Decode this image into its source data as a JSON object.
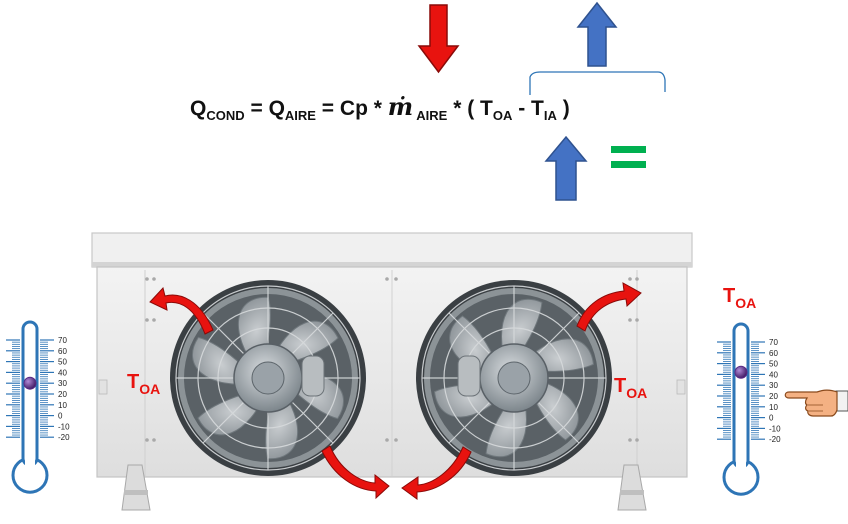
{
  "equation": {
    "q_cond": "Q",
    "q_cond_sub": "COND",
    "eq1": " = ",
    "q_aire": "Q",
    "q_aire_sub": "AIRE",
    "eq2": " = Cp * ",
    "mdot": "ṁ",
    "mdot_sub": " AIRE",
    "times": " * ",
    "open_paren": "( ",
    "t_oa": "T",
    "t_oa_sub": "OA",
    "minus": " - ",
    "t_ia": "T",
    "t_ia_sub": "IA",
    "close_paren": " )",
    "equals_sign": "="
  },
  "labels": {
    "t_oa_left": {
      "main": "T",
      "sub": "OA"
    },
    "t_oa_center": {
      "main": "T",
      "sub": "OA"
    },
    "t_oa_right": {
      "main": "T",
      "sub": "OA"
    }
  },
  "thermometer_scale": [
    "70",
    "60",
    "50",
    "40",
    "30",
    "20",
    "10",
    "0",
    "-10",
    "-20"
  ],
  "thermometer_left": {
    "level": 30
  },
  "thermometer_right": {
    "level": 42
  },
  "colors": {
    "red": "#e8130f",
    "blue": "#4472c4",
    "green": "#00b050",
    "thermo_outline": "#2e75b6",
    "bulb": "#5b2a86",
    "label_red": "#e8130f"
  },
  "icons": [
    "red-down-arrow-icon",
    "blue-up-arrow-icon",
    "green-equals-icon",
    "pointing-hand-icon",
    "curved-airflow-arrow-icon",
    "fan-icon"
  ]
}
